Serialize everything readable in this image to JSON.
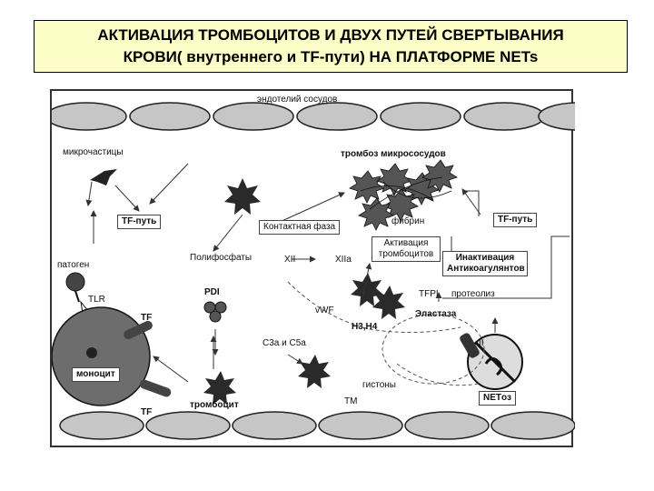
{
  "title": {
    "line1": "АКТИВАЦИЯ ТРОМБОЦИТОВ И ДВУХ ПУТЕЙ СВЕРТЫВАНИЯ",
    "line2": "КРОВИ( внутреннего и TF-пути) НА ПЛАТФОРМЕ NETs"
  },
  "colors": {
    "title_bg": "#fdfdc8",
    "cells": "#c8c8c8",
    "dark": "#3a3a3a"
  },
  "diagram": {
    "endothelium": "эндотелий сосудов",
    "microparticles": "микрочастицы",
    "thrombus": "тромбоз микрососудов",
    "tf_path_left": "TF-путь",
    "tf_path_right": "TF-путь",
    "contact_phase": "Контактная фаза",
    "fibrin": "фибрин",
    "polyphosphates": "Полифосфаты",
    "xii": "XII",
    "xiia": "XIIa",
    "activation_line1": "Активация",
    "activation_line2": "тромбоцитов",
    "inactivation_line1": "Инактивация",
    "inactivation_line2": "Антикоагулянтов",
    "pathogen": "патоген",
    "tlr": "TLR",
    "pdi": "PDI",
    "tfpi": "TFPI",
    "proteolysis": "протеолиз",
    "tf_top": "TF",
    "vwf": "vWF",
    "elastase": "Эластаза",
    "h3h4": "H3,H4",
    "ii": "II",
    "c3a_c5a": "C3a и C5a",
    "monocyte": "моноцит",
    "platelet": "тромбоцит",
    "tf_bottom": "TF",
    "tm": "TM",
    "nets": "NETоз",
    "histones": "гистоны"
  }
}
